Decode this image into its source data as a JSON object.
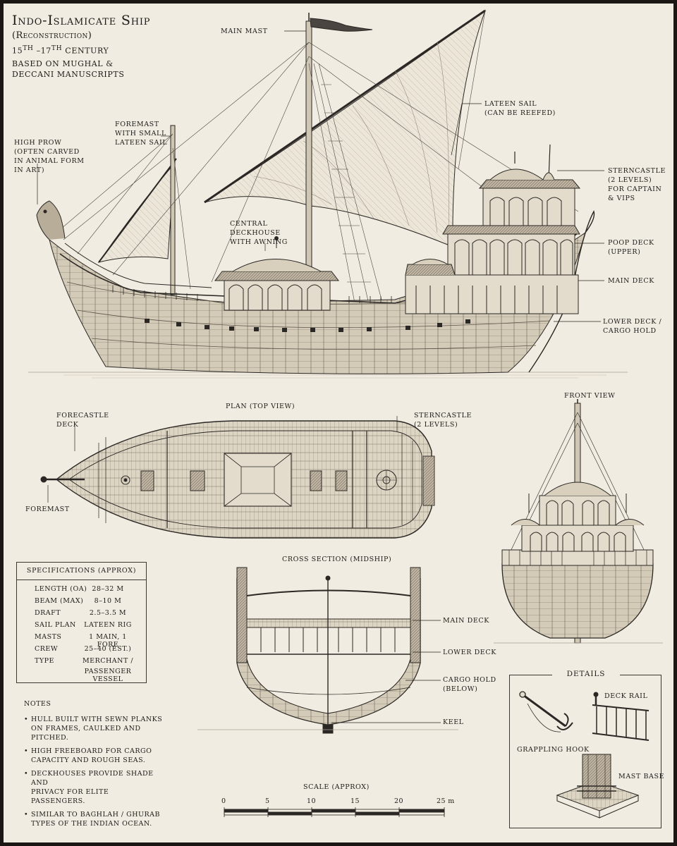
{
  "title": {
    "main": "Indo-Islamicate Ship",
    "sub": "(Reconstruction)",
    "century_start": "15",
    "century_sup1": "th",
    "century_sep": " –17",
    "century_sup2": "th",
    "century_word": " century",
    "based_1": "Based on Mughal &",
    "based_2": "Deccani manuscripts"
  },
  "side_labels": {
    "main_mast": "Main mast",
    "lateen_sail": [
      "Lateen sail",
      "(can be reefed)"
    ],
    "foremast": [
      "Foremast",
      "with small",
      "lateen sail"
    ],
    "high_prow": [
      "High prow",
      "(often carved",
      "in animal form",
      "in art)"
    ],
    "sterncastle": [
      "Sterncastle",
      "(2 levels)",
      "for captain",
      "& VIPs"
    ],
    "central_deckhouse": [
      "Central",
      "deckhouse",
      "with awning"
    ],
    "poop_deck": [
      "Poop deck",
      "(upper)"
    ],
    "main_deck": "Main deck",
    "lower_deck": [
      "Lower deck /",
      "cargo hold"
    ]
  },
  "plan": {
    "title": "Plan (top view)",
    "forecastle": [
      "Forecastle",
      "deck"
    ],
    "sterncastle": [
      "Sterncastle",
      "(2 levels)"
    ],
    "foremast": "Foremast"
  },
  "front": {
    "title": "Front view"
  },
  "specs": {
    "heading": "Specifications (approx)",
    "rows": [
      {
        "key": "Length (OA)",
        "value": "28–32 m"
      },
      {
        "key": "Beam (max)",
        "value": "8–10 m"
      },
      {
        "key": "Draft",
        "value": "2.5–3.5 m"
      },
      {
        "key": "Sail plan",
        "value": "Lateen rig"
      },
      {
        "key": "Masts",
        "value": "1 main, 1 fore"
      },
      {
        "key": "Crew",
        "value": "25–40 (est.)"
      },
      {
        "key": "Type",
        "value": "Merchant /"
      },
      {
        "key": "",
        "value": "passenger vessel"
      }
    ]
  },
  "notes": {
    "heading": "Notes",
    "items": [
      [
        "Hull built with sewn planks",
        "on frames, caulked and pitched."
      ],
      [
        "High freeboard for cargo",
        "capacity and rough seas."
      ],
      [
        "Deckhouses provide shade and",
        "privacy for elite passengers."
      ],
      [
        "Similar to baghlah / ghurab",
        "types of the Indian Ocean."
      ]
    ]
  },
  "cross_section": {
    "title": "Cross section (midship)",
    "main_deck": "Main deck",
    "lower_deck": "Lower deck",
    "cargo_hold": [
      "Cargo hold",
      "(below)"
    ],
    "keel": "Keel"
  },
  "scale": {
    "title": "Scale (approx)",
    "ticks": [
      "0",
      "5",
      "10",
      "15",
      "20",
      "25 m"
    ]
  },
  "details": {
    "heading": "Details",
    "deck_rail": "Deck rail",
    "grappling_hook": "Grappling hook",
    "mast_base": "Mast base"
  },
  "colors": {
    "paper": "#f1ece1",
    "ink": "#2a2724",
    "frame": "#1a1714"
  }
}
